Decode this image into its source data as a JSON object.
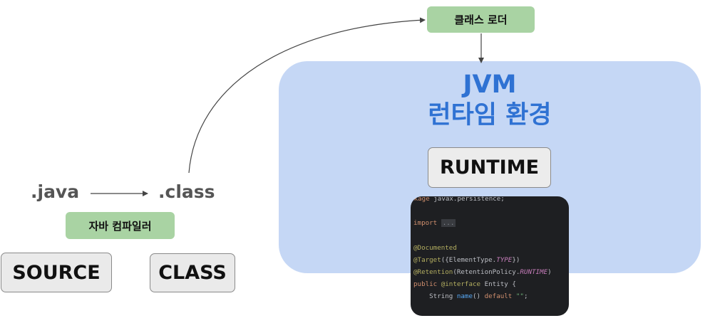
{
  "class_loader": {
    "label": "클래스 로더"
  },
  "jvm": {
    "title_line1": "JVM",
    "title_line2": "런타임 환경"
  },
  "runtime_stage": {
    "label": "RUNTIME"
  },
  "compile_step": {
    "source_ext": ".java",
    "class_ext": ".class",
    "compiler_label": "자바 컴파일러"
  },
  "stages": {
    "source": "SOURCE",
    "class": "CLASS"
  },
  "code_snippet": {
    "package_kw": "package",
    "package_name": " javax.persistence;",
    "import_kw": "import",
    "import_fold": "...",
    "ann_documented": "@Documented",
    "ann_target": "@Target",
    "target_open": "({ElementType.",
    "target_const": "TYPE",
    "target_close": "})",
    "ann_retention": "@Retention",
    "retention_open": "(RetentionPolicy.",
    "retention_const": "RUNTIME",
    "retention_close": ")",
    "decl_public": "public",
    "decl_interface": " @interface",
    "decl_name": " Entity {",
    "method_type": "    String ",
    "method_name": "name",
    "method_parens": "() ",
    "method_default": "default",
    "method_value": " \"\"",
    "method_end": ";"
  },
  "colors": {
    "jvm_panel": "#c5d7f5",
    "jvm_title": "#2f72d3",
    "green_label": "#a9d3a3",
    "stage_box": "#eaeaea",
    "code_bg": "#1e1f22"
  }
}
